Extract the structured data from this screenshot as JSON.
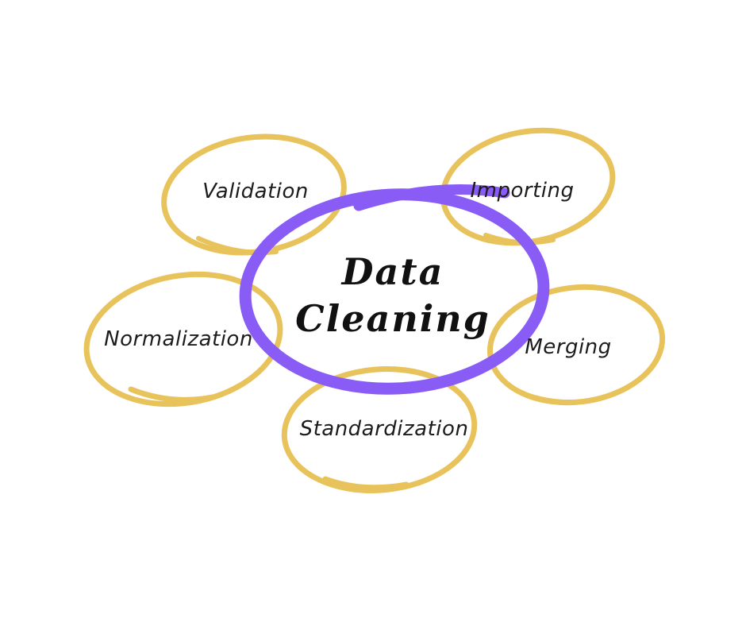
{
  "diagram": {
    "type": "mind-map",
    "background_color": "#ffffff",
    "colors": {
      "node_stroke": "#E8C35B",
      "center_stroke": "#8A5CF6",
      "text": "#1c1c1c"
    },
    "center": {
      "label": "Data Cleaning",
      "line1": "Data",
      "line2": "Cleaning"
    },
    "nodes": [
      {
        "id": "validation",
        "label": "Validation",
        "position": "top-left"
      },
      {
        "id": "importing",
        "label": "Importing",
        "position": "top-right"
      },
      {
        "id": "normalization",
        "label": "Normalization",
        "position": "left"
      },
      {
        "id": "merging",
        "label": "Merging",
        "position": "right"
      },
      {
        "id": "standardization",
        "label": "Standardization",
        "position": "bottom"
      }
    ]
  }
}
